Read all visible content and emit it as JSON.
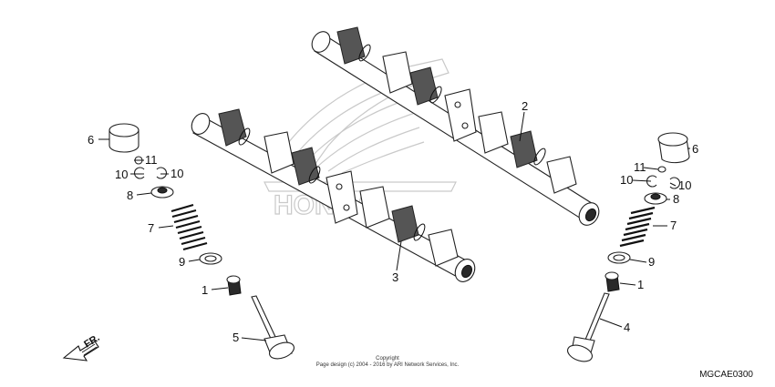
{
  "labels": {
    "l1_left": "1",
    "l1_right": "1",
    "l2": "2",
    "l3": "3",
    "l4": "4",
    "l5": "5",
    "l6_left": "6",
    "l6_right": "6",
    "l7_left": "7",
    "l7_right": "7",
    "l8_left": "8",
    "l8_right": "8",
    "l9_left": "9",
    "l9_right": "9",
    "l10_left_a": "10",
    "l10_left_b": "10",
    "l10_right_a": "10",
    "l10_right_b": "10",
    "l11_left": "11",
    "l11_right": "11"
  },
  "direction": {
    "text": "FR."
  },
  "watermark": {
    "text": "HONDA"
  },
  "copyright": {
    "line1": "Copyright",
    "line2": "Page design (c) 2004 - 2016 by ARI Network Services, Inc."
  },
  "diagram_code": "MGCAE0300"
}
